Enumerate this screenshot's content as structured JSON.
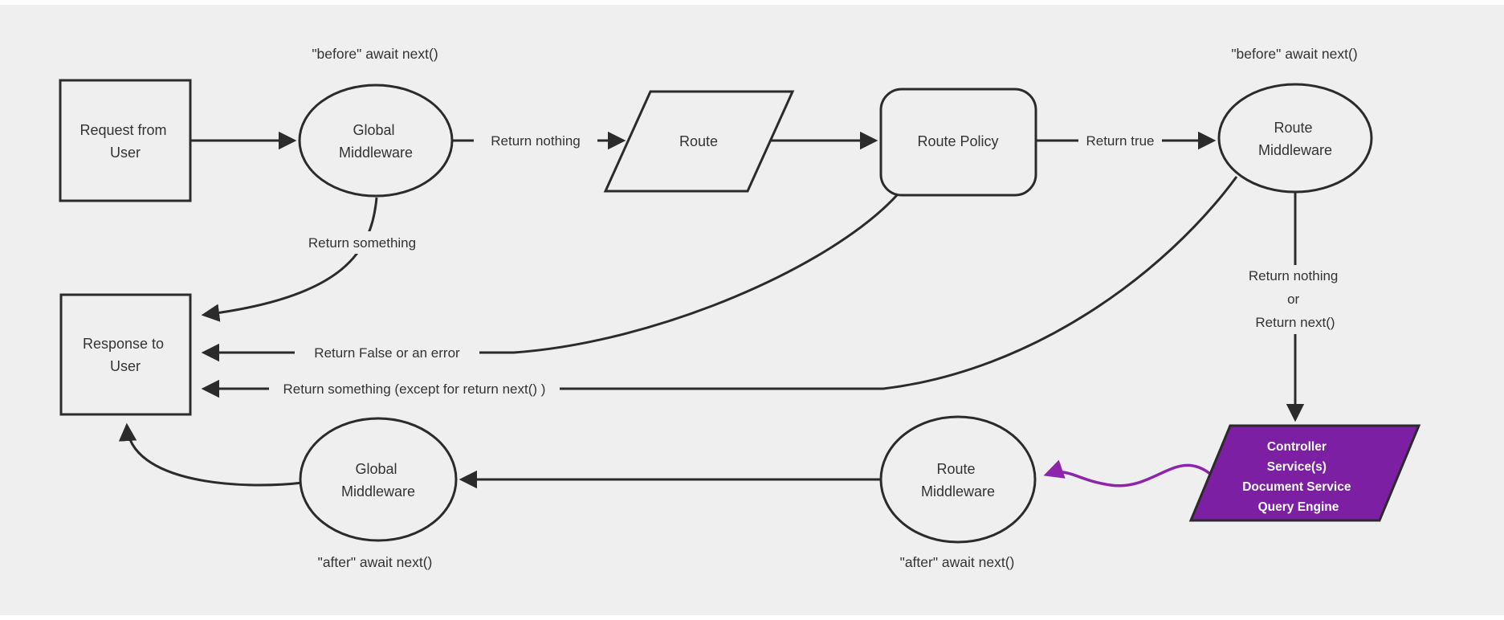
{
  "diagram": {
    "title": "middleware-flowchart",
    "colors": {
      "background": "#efefef",
      "page_margin": "#ffffff",
      "node_fill": "#efefef",
      "line_stroke": "#2b2b2b",
      "text": "#333333",
      "purple_fill": "#7d1fa2",
      "purple_stroke": "#8e24aa",
      "purple_text": "#ffffff"
    },
    "nodes": {
      "request": {
        "lines": [
          "Request from",
          "User"
        ]
      },
      "global_mw_top": {
        "lines": [
          "Global",
          "Middleware"
        ]
      },
      "route": {
        "label": "Route"
      },
      "route_policy": {
        "label": "Route Policy"
      },
      "route_mw_top": {
        "lines": [
          "Route",
          "Middleware"
        ]
      },
      "controller": {
        "lines": [
          "Controller",
          "Service(s)",
          "Document Service",
          "Query Engine"
        ]
      },
      "response": {
        "lines": [
          "Response to",
          "User"
        ]
      },
      "global_mw_bottom": {
        "lines": [
          "Global",
          "Middleware"
        ]
      },
      "route_mw_bottom": {
        "lines": [
          "Route",
          "Middleware"
        ]
      }
    },
    "annotations": {
      "before_top_left": "\"before\" await next()",
      "before_top_right": "\"before\" await next()",
      "after_bottom_left": "\"after\" await next()",
      "after_bottom_right": "\"after\" await next()"
    },
    "edge_labels": {
      "return_nothing": "Return nothing",
      "return_true": "Return true",
      "return_something": "Return something",
      "return_false": "Return False or an error",
      "return_something_except": "Return something (except for return next() )",
      "return_nothing_or_line1": "Return nothing",
      "return_nothing_or_line2": "or",
      "return_nothing_or_line3": "Return next()"
    }
  }
}
